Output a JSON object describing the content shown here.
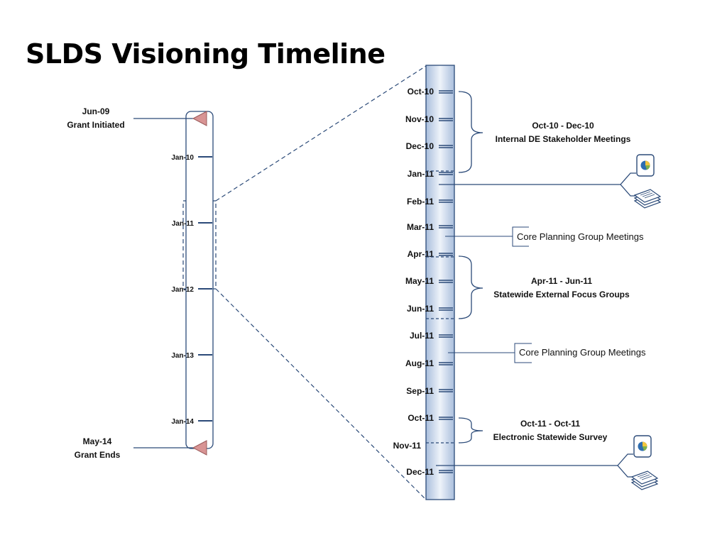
{
  "title": "SLDS Visioning Timeline",
  "colors": {
    "line": "#2b4a78",
    "bar_fill_light": "#dce6f4",
    "bar_fill_dark": "#a9bedc",
    "marker": "#d89494",
    "marker_stroke": "#9a5a5a"
  },
  "overview": {
    "start": {
      "date": "Jun-09",
      "label": "Grant Initiated"
    },
    "end": {
      "date": "May-14",
      "label": "Grant Ends"
    },
    "ticks": [
      "Jan-10",
      "Jan-11",
      "Jan-12",
      "Jan-13",
      "Jan-14"
    ]
  },
  "detail": {
    "months": [
      "Oct-10",
      "Nov-10",
      "Dec-10",
      "Jan-11",
      "Feb-11",
      "Mar-11",
      "Apr-11",
      "May-11",
      "Jun-11",
      "Jul-11",
      "Aug-11",
      "Sep-11",
      "Oct-11",
      "Nov-11",
      "Dec-11"
    ],
    "events": [
      {
        "range": "Oct-10 - Dec-10",
        "label": "Internal DE Stakeholder Meetings"
      },
      {
        "label": "Core Planning Group Meetings"
      },
      {
        "range": "Apr-11 - Jun-11",
        "label": "Statewide External Focus Groups"
      },
      {
        "label": "Core Planning Group Meetings"
      },
      {
        "range": "Oct-11 - Oct-11",
        "label": "Electronic Statewide Survey"
      }
    ],
    "deliverable_icons": [
      "report-chart-icon",
      "document-stack-icon"
    ]
  }
}
